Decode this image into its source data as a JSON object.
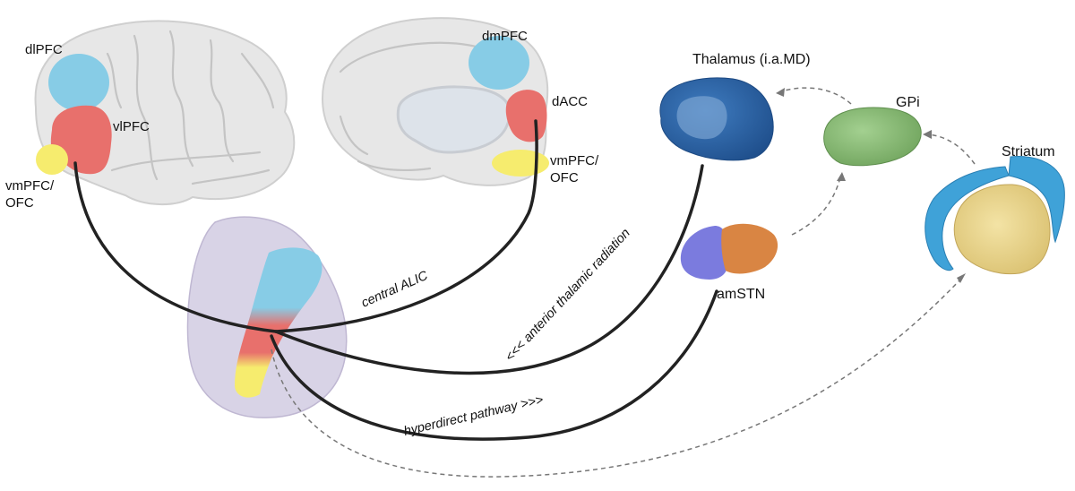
{
  "colors": {
    "blue_region": "#87cce6",
    "red_region": "#e8706c",
    "yellow_region": "#f6ec6e",
    "alic_capsule": "#d8d3e6",
    "thalamus": "#2f66a8",
    "gpi": "#8fc27b",
    "stn_left": "#7b7bde",
    "stn_right": "#d98543",
    "striatum_outer": "#3fa2d8",
    "striatum_inner": "#e9d48c",
    "brain_surface": "#e7e7e7",
    "pathway": "#222222",
    "dashed": "#777777"
  },
  "labels": {
    "dlpfc": "dlPFC",
    "vlpfc": "vlPFC",
    "vmpfc_lateral_line1": "vmPFC/",
    "vmpfc_lateral_line2": "OFC",
    "dmpfc": "dmPFC",
    "dacc": "dACC",
    "vmpfc_medial_line1": "vmPFC/",
    "vmpfc_medial_line2": "OFC",
    "thalamus": "Thalamus (i.a.MD)",
    "gpi": "GPi",
    "striatum": "Striatum",
    "amstn": "amSTN",
    "central_alic": "central ALIC",
    "anterior_thalamic_radiation": "<<< anterior thalamic radiation",
    "hyperdirect_pathway": "hyperdirect pathway >>>"
  }
}
